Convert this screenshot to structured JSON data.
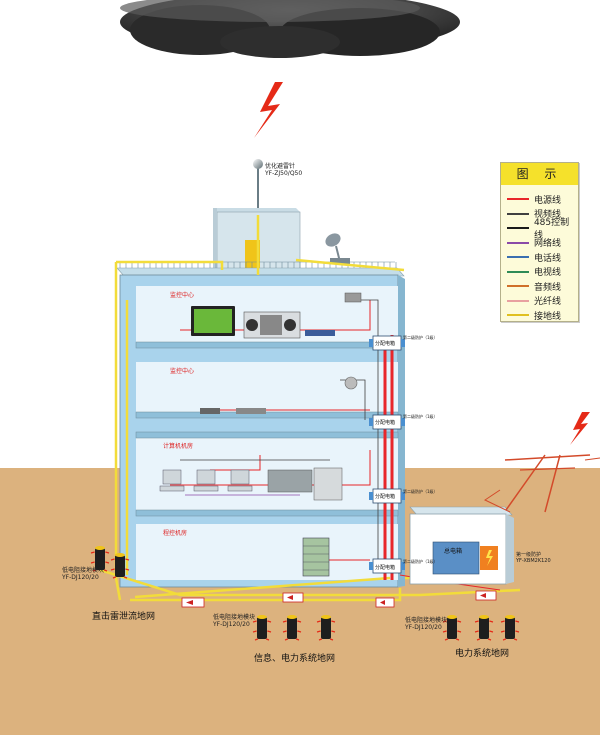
{
  "rod_label": [
    "优化避雷针",
    "YF-ZJ50/Q50"
  ],
  "floors": {
    "f1": "监控中心",
    "f2": "监控中心",
    "f3": "计算机机房",
    "f4": "程控机房"
  },
  "boxes": {
    "b1": "分配电箱",
    "b2": "分配电箱",
    "b3": "分配电箱",
    "b4": "分配电箱",
    "main": "总电箱"
  },
  "protection_labels": {
    "p1": "第二级防护（1级）",
    "p2": "第二级防护（1级）",
    "p3": "第二级防护（1级）",
    "p4": "第二级防护（1级）",
    "first_stage": [
      "第一级防护",
      "YF-XBM2K120"
    ]
  },
  "ground_labels": {
    "left_module": [
      "低电阻接地模块",
      "YF-DJ120/20"
    ],
    "mid_module": [
      "低电阻接地模块",
      "YF-DJ120/20"
    ],
    "right_module": [
      "低电阻接地模块",
      "YF-DJ120/20"
    ],
    "left_net": "直击雷泄流地网",
    "mid_net": "信息、电力系统地网",
    "right_net": "电力系统地网"
  },
  "legend": {
    "title": "图 示",
    "items": [
      {
        "label": "电源线",
        "color": "#e8262a"
      },
      {
        "label": "视频线",
        "color": "#404040"
      },
      {
        "label": "485控制线",
        "color": "#1a1a1a"
      },
      {
        "label": "网络线",
        "color": "#8a4aa8"
      },
      {
        "label": "电话线",
        "color": "#3a6fb0"
      },
      {
        "label": "电视线",
        "color": "#2e8b57"
      },
      {
        "label": "音频线",
        "color": "#d0702a"
      },
      {
        "label": "光纤线",
        "color": "#e8a0a0"
      },
      {
        "label": "接地线",
        "color": "#e0c020"
      }
    ]
  },
  "colors": {
    "ground": "#dcb27e",
    "building": "#a9d3ec",
    "floor_band": "#e9f4fb",
    "ground_wire": "#f2dc3a",
    "power_wire": "#e8262a",
    "lightning": "#e52a17"
  }
}
